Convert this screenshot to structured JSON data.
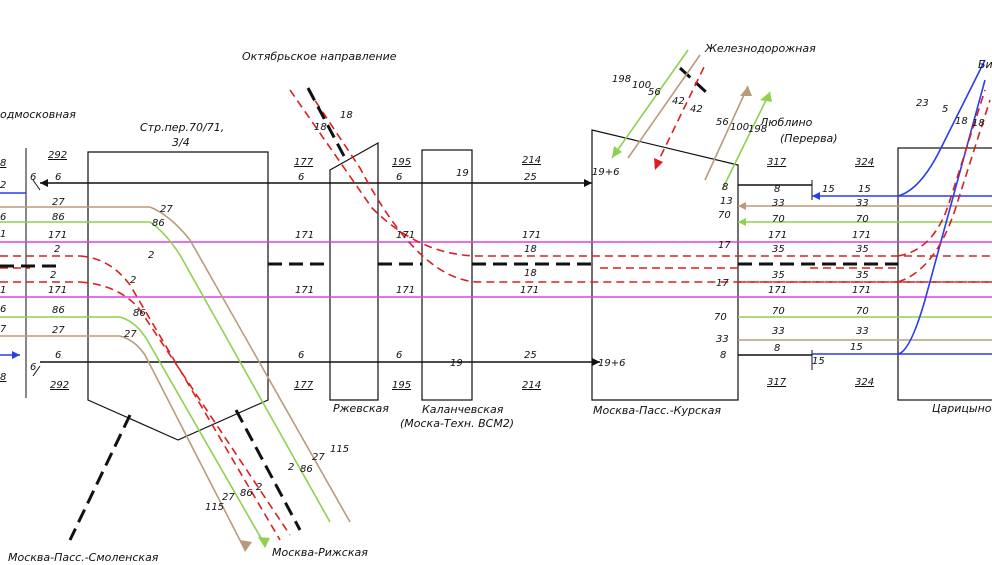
{
  "stations": {
    "podmoskovnaya": "одмосковная",
    "str_line1": "Стр.пер.70/71,",
    "str_line2": "3/4",
    "oktyabrskoe": "Октябрьское направление",
    "rzhevskaya": "Ржевская",
    "kalanchevskaya_line1": "Каланчевская",
    "kalanchevskaya_line2": "(Моска-Техн. ВСМ2)",
    "kurskaya": "Москва-Пасс.-Курская",
    "zheleznodorozhnaya": "Железнодорожная",
    "lyublino_line1": "Люблино",
    "lyublino_line2": "(Перерва)",
    "tsaritsyno": "Царицыно",
    "smolenskaya": "Москва-Пасс.-Смоленская",
    "rizhskaya": "Москва-Рижская",
    "bi": "Би"
  },
  "counts": {
    "s1": "8",
    "s2": "2",
    "s3": "6",
    "s4": "1",
    "s5": "1",
    "s6": "6",
    "s7": "7",
    "s8": "8",
    "e6": "6",
    "e292": "292",
    "e27": "27",
    "e86": "86",
    "e171": "171",
    "e2": "2",
    "e177": "177",
    "e195": "195",
    "e214": "214",
    "e25": "25",
    "e18": "18",
    "e19": "19",
    "e19p6": "19+6",
    "e317": "317",
    "e324": "324",
    "e15": "15",
    "e33": "33",
    "e70": "70",
    "e35": "35",
    "e17": "17",
    "e198": "198",
    "e100": "100",
    "e56": "56",
    "e42": "42",
    "e5": "5",
    "e23": "23",
    "e115": "115"
  },
  "colors": {
    "black": "#111111",
    "tan": "#b99b7c",
    "green": "#8fd14f",
    "magenta": "#e040e8",
    "red": "#d92020",
    "blue": "#2a3cf0"
  }
}
